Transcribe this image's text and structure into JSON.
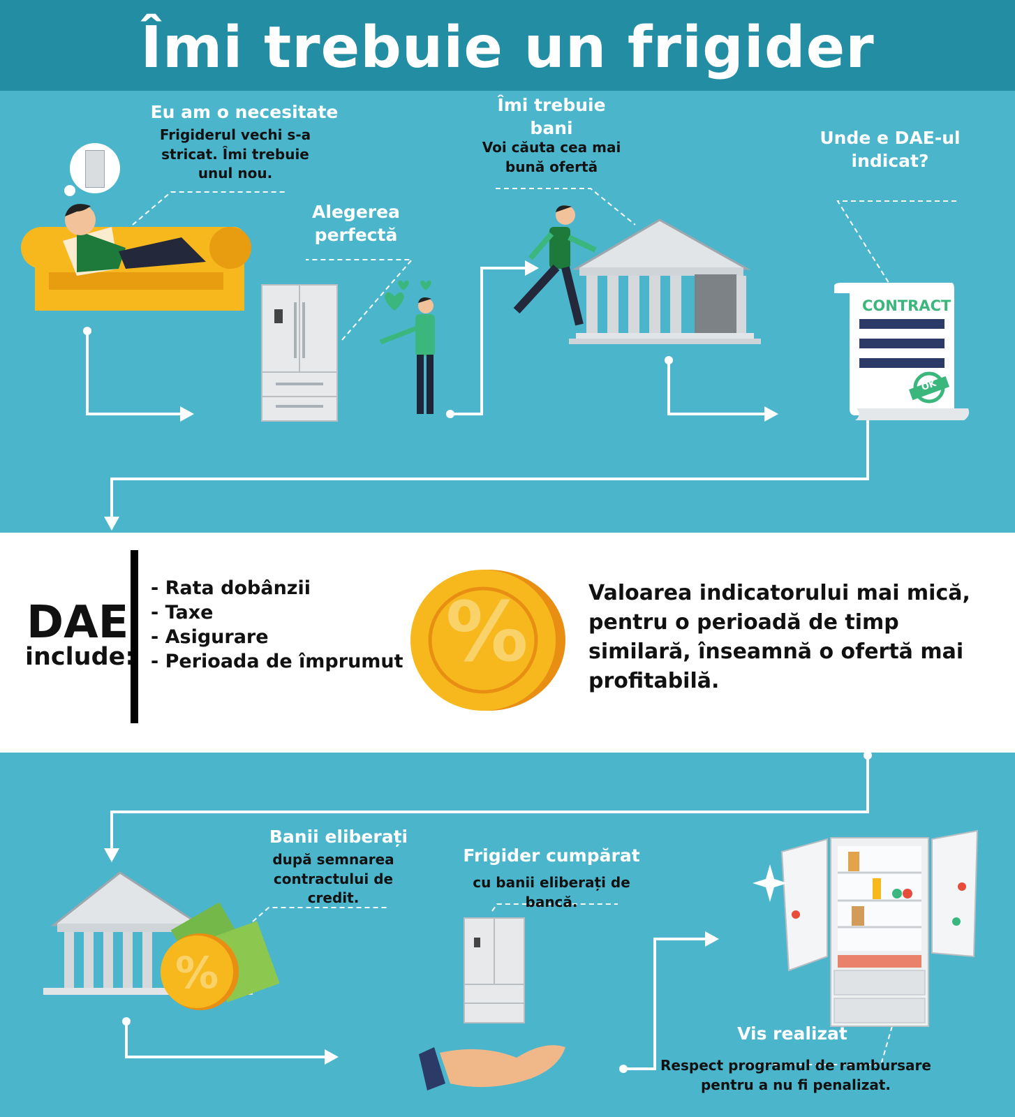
{
  "title": "Îmi trebuie un frigider",
  "steps": {
    "need": {
      "heading": "Eu am o necesitate",
      "text": "Frigiderul vechi s-a stricat. Îmi trebuie unul nou."
    },
    "choice": {
      "heading": "Alegerea perfectă"
    },
    "money": {
      "heading": "Îmi trebuie bani",
      "text": "Voi căuta cea mai bună ofertă"
    },
    "dae_question": {
      "heading": "Unde e DAE-ul indicat?"
    },
    "released": {
      "heading": "Banii eliberați",
      "text": "după semnarea contractului de credit."
    },
    "bought": {
      "heading": "Frigider cumpărat",
      "text": "cu banii eliberați de bancă."
    },
    "dream": {
      "heading": "Vis realizat",
      "text": "Respect programul de rambursare pentru a nu fi penalizat."
    }
  },
  "contract": {
    "label": "CONTRACT",
    "stamp": "OK"
  },
  "dae": {
    "word": "DAE",
    "include": "include:",
    "items": [
      "- Rata dobânzii",
      "- Taxe",
      "- Asigurare",
      "- Perioada de împrumut"
    ],
    "coin_symbol": "%",
    "statement": "Valoarea indicatorului mai mică, pentru o perioadă de timp similară, înseamnă o ofertă mai profitabilă."
  },
  "colors": {
    "background": "#4bb5cc",
    "header": "#238da3",
    "white": "#ffffff",
    "coin": "#f6b81d",
    "green": "#3bb77e",
    "navy": "#2b3a67"
  }
}
